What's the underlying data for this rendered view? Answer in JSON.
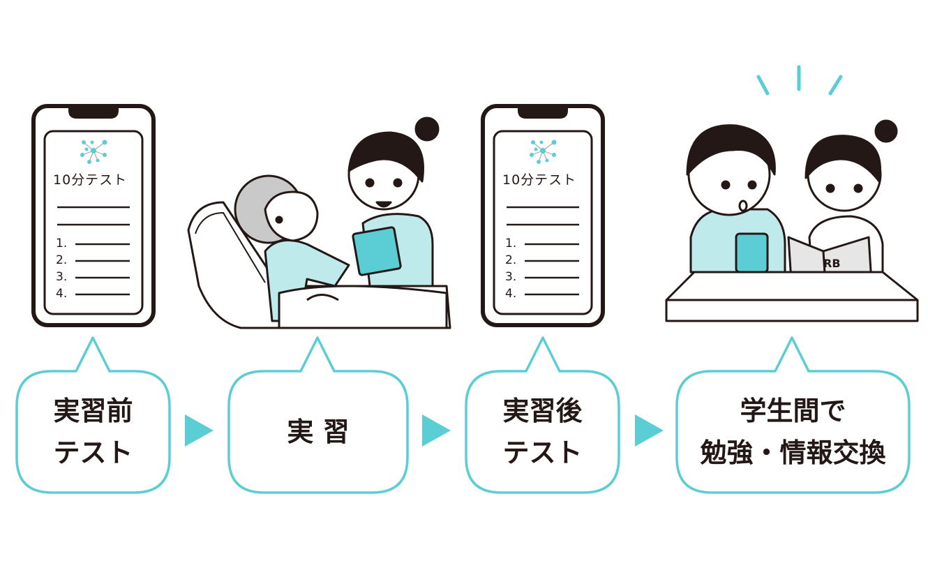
{
  "colors": {
    "accent": "#5bcdd5",
    "ink": "#231815",
    "light_teal": "#bfeaec"
  },
  "phones": [
    {
      "title": "10分テスト",
      "items": [
        "1.",
        "2.",
        "3.",
        "4."
      ],
      "icon": "network-molecule-icon"
    },
    {
      "title": "10分テスト",
      "items": [
        "1.",
        "2.",
        "3.",
        "4."
      ],
      "icon": "network-molecule-icon"
    }
  ],
  "book_label": "RB",
  "steps": [
    {
      "label": "実習前\nテスト"
    },
    {
      "label": "実 習"
    },
    {
      "label": "実習後\nテスト"
    },
    {
      "label": "学生間で\n勉強・情報交換"
    }
  ]
}
